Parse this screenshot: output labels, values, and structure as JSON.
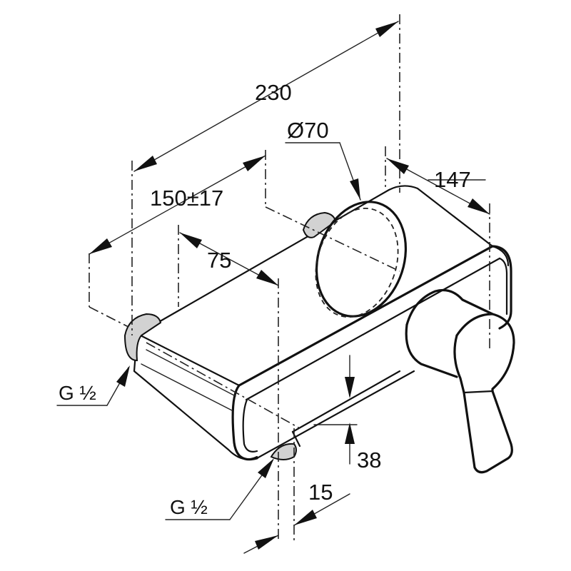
{
  "dimensions": {
    "overall_length": "230",
    "rosette_diameter": "Ø70",
    "depth": "147",
    "centre_distance": "150±17",
    "offset": "75",
    "height": "38",
    "outlet_offset": "15"
  },
  "connections": {
    "inlet_thread": "G ½",
    "outlet_thread": "G ½"
  }
}
